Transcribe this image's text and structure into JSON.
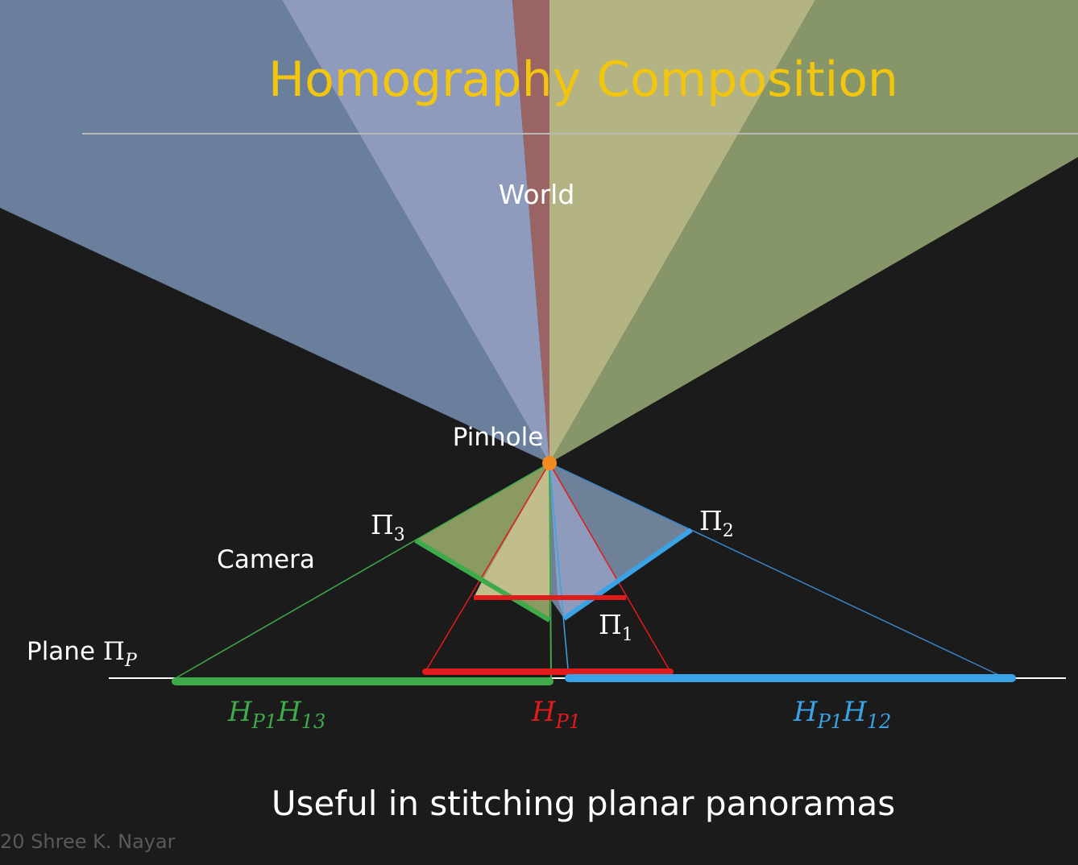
{
  "slide": {
    "title": "Homography Composition",
    "caption": "Useful in stitching planar panoramas",
    "copyright": "20 Shree K. Nayar"
  },
  "labels": {
    "world": "World",
    "pinhole": "Pinhole",
    "camera": "Camera",
    "plane_prefix": "Plane ",
    "pi": "Π",
    "pi_p_sub": "P",
    "pi1_sub": "1",
    "pi2_sub": "2",
    "pi3_sub": "3",
    "h": "H",
    "h_p1_sub": "P1",
    "h_13_sub": "13",
    "h_12_sub": "12"
  },
  "colors": {
    "background": "#1b1b1b",
    "title": "#f2c50f",
    "blue_fill": "#8fa4cc",
    "yellow_fill": "#c7c48f",
    "red_beam": "#9a6262",
    "dark_blue_fill": "#6b7f9a",
    "green_fill": "#8a9a60",
    "green": "#3faa4a",
    "red": "#e11b1b",
    "blue": "#3aa3e6",
    "white": "#ffffff"
  }
}
